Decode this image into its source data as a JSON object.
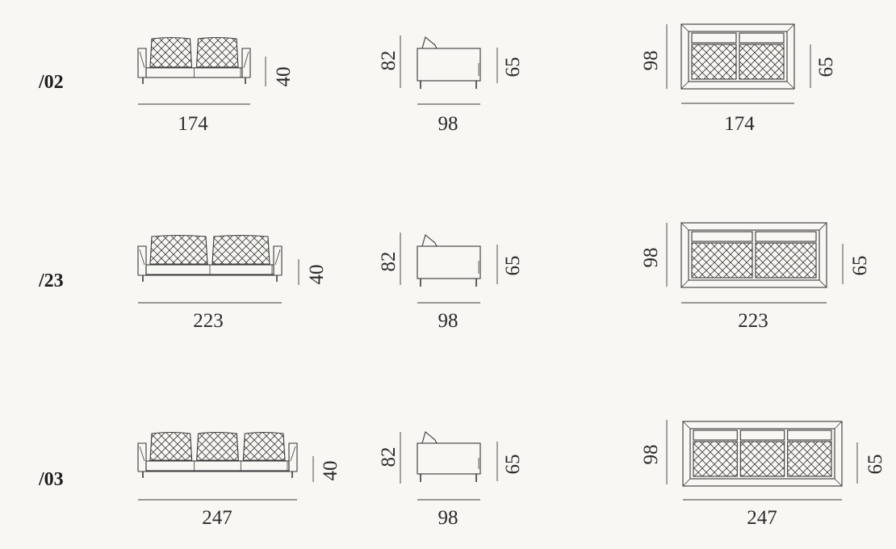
{
  "palette": {
    "background": "#f9f7f3",
    "line": "#3a3a3a",
    "text": "#2a2a2a"
  },
  "models": [
    {
      "label": "/02",
      "front": {
        "width": "174",
        "seat_height": "40"
      },
      "side": {
        "depth": "98",
        "height": "82",
        "back_height": "65"
      },
      "top": {
        "width": "174",
        "depth": "98",
        "height": "65"
      }
    },
    {
      "label": "/23",
      "front": {
        "width": "223",
        "seat_height": "40"
      },
      "side": {
        "depth": "98",
        "height": "82",
        "back_height": "65"
      },
      "top": {
        "width": "223",
        "depth": "98",
        "height": "65"
      }
    },
    {
      "label": "/03",
      "front": {
        "width": "247",
        "seat_height": "40"
      },
      "side": {
        "depth": "98",
        "height": "82",
        "back_height": "65"
      },
      "top": {
        "width": "247",
        "depth": "98",
        "height": "65"
      }
    }
  ]
}
